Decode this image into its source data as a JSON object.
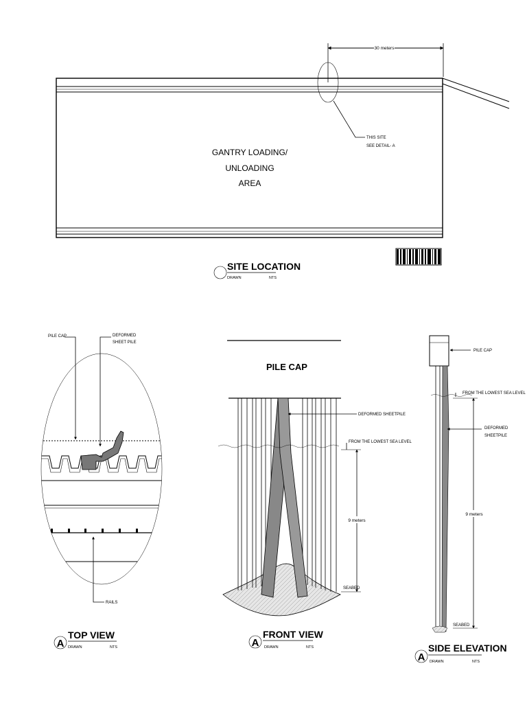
{
  "site_location": {
    "dimension": "30 meters",
    "site_note_line1": "THIS SITE",
    "site_note_line2": "SEE DETAIL- A",
    "area_line1": "GANTRY LOADING/",
    "area_line2": "UNLOADING",
    "area_line3": "AREA",
    "title": "SITE LOCATION",
    "drawn": "DRAWN",
    "scale": "NTS"
  },
  "top_view": {
    "label_pile_cap": "PILE CAP",
    "label_deformed_line1": "DEFORMED",
    "label_deformed_line2": "SHEET PILE",
    "label_rails": "RAILS",
    "marker": "A",
    "title": "TOP  VIEW",
    "drawn": "DRAWN",
    "scale": "NTS"
  },
  "front_view": {
    "heading": "PILE CAP",
    "label_deformed": "DEFORMED SHEETPILE",
    "label_sea_level": "FROM THE LOWEST SEA LEVEL",
    "dimension": "9 meters",
    "label_seabed": "SEABED",
    "marker": "A",
    "title": "FRONT  VIEW",
    "drawn": "DRAWN",
    "scale": "NTS"
  },
  "side_elevation": {
    "label_pile_cap": "PILE CAP",
    "label_sea_level": "FROM THE LOWEST SEA LEVEL",
    "label_deformed_line1": "DEFORMED",
    "label_deformed_line2": "SHEETPILE",
    "dimension": "9 meters",
    "label_seabed": "SEABED",
    "marker": "A",
    "title": "SIDE ELEVATION",
    "drawn": "DRAWN",
    "scale": "NTS"
  }
}
